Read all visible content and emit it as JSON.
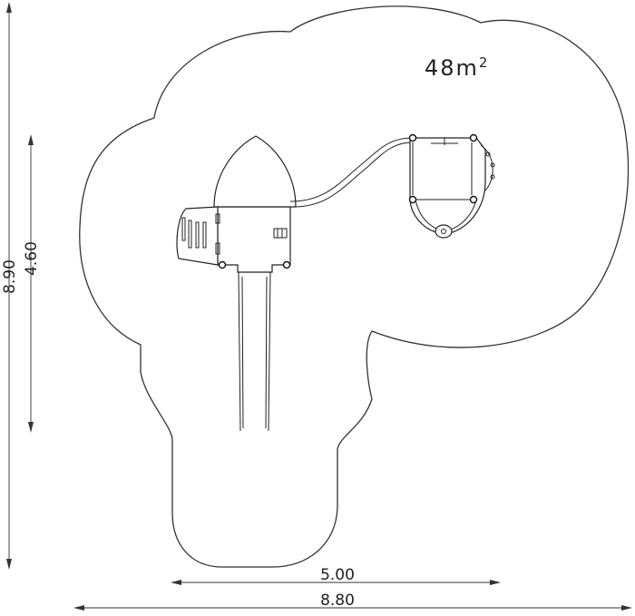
{
  "area": {
    "value": "48m",
    "superscript": "2"
  },
  "dimensions": {
    "total_height": "8.90",
    "equipment_height": "4.60",
    "equipment_width": "5.00",
    "total_width": "8.80"
  },
  "colors": {
    "line": "#222222",
    "background": "#ffffff"
  }
}
